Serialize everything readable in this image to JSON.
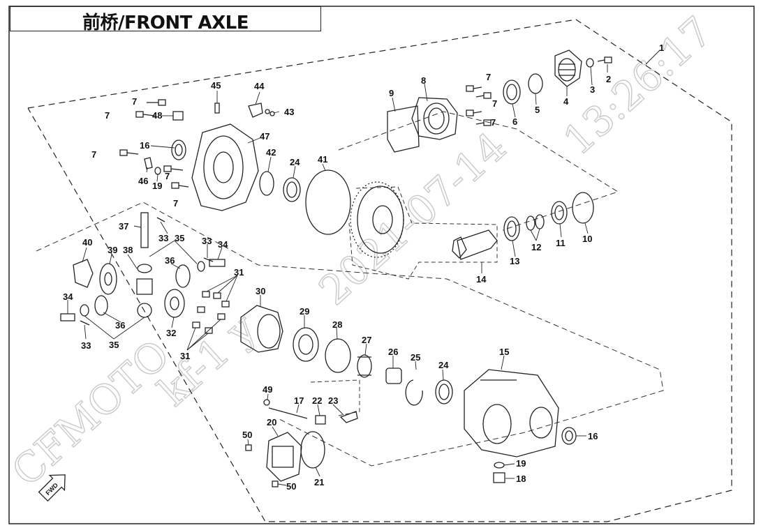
{
  "title": "前桥/FRONT AXLE",
  "watermark": {
    "brand": "CFMOTO",
    "code": "kf-1 y",
    "date": "2021-07-14",
    "time": "13:26:17"
  },
  "direction_marker": "FWD",
  "callouts": [
    "1",
    "2",
    "3",
    "4",
    "5",
    "6",
    "7",
    "8",
    "9",
    "10",
    "11",
    "12",
    "13",
    "14",
    "15",
    "16",
    "17",
    "18",
    "19",
    "20",
    "21",
    "22",
    "23",
    "24",
    "25",
    "26",
    "27",
    "28",
    "29",
    "30",
    "31",
    "32",
    "33",
    "34",
    "35",
    "36",
    "37",
    "38",
    "39",
    "40",
    "41",
    "42",
    "43",
    "44",
    "45",
    "46",
    "47",
    "48",
    "49",
    "50"
  ]
}
